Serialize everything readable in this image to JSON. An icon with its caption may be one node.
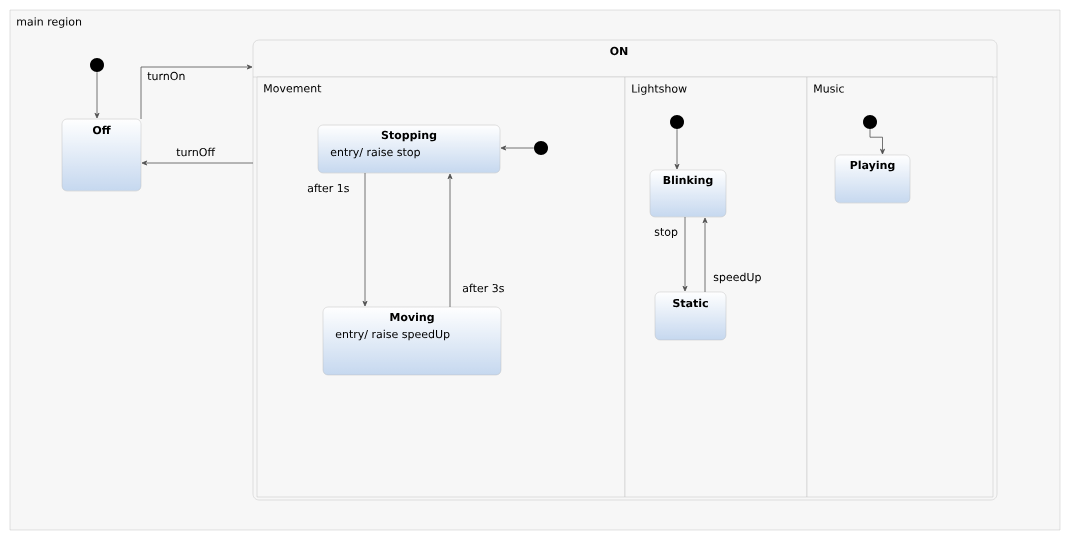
{
  "diagram": {
    "nodes": [
      {
        "text": [
          "main region"
        ]
      },
      {
        "text": [],
        "shape": "circle",
        "in": 0
      },
      {
        "text": [
          "Off"
        ],
        "in": 0
      },
      {
        "text": [
          "ON"
        ],
        "in": 0
      },
      {
        "text": [
          "Movement"
        ],
        "in": 3
      },
      {
        "text": [
          "Stopping",
          "entry/ raise stop"
        ],
        "in": 4
      },
      {
        "text": [],
        "shape": "circle",
        "in": 4
      },
      {
        "text": [
          "Moving",
          "entry/ raise speedUp"
        ],
        "in": 4
      },
      {
        "text": [
          "Lightshow"
        ],
        "in": 3
      },
      {
        "text": [],
        "shape": "circle",
        "in": 8
      },
      {
        "text": [
          "Blinking"
        ],
        "in": 8
      },
      {
        "text": [
          "Static"
        ],
        "in": 8
      },
      {
        "text": [
          "Music"
        ],
        "in": 3
      },
      {
        "text": [],
        "shape": "circle",
        "in": 12
      },
      {
        "text": [
          "Playing"
        ],
        "in": 12
      }
    ],
    "edges": [
      {
        "from": 1,
        "to": 2,
        "arrow": "to"
      },
      {
        "from": 2,
        "to": 3,
        "arrow": "to",
        "label": "turnOn"
      },
      {
        "from": 3,
        "to": 2,
        "arrow": "to",
        "label": "turnOff"
      },
      {
        "from": 6,
        "to": 5,
        "arrow": "to"
      },
      {
        "from": 5,
        "to": 7,
        "arrow": "to",
        "label": "after 1s"
      },
      {
        "from": 7,
        "to": 5,
        "arrow": "to",
        "label": "after 3s"
      },
      {
        "from": 9,
        "to": 10,
        "arrow": "to"
      },
      {
        "from": 10,
        "to": 11,
        "arrow": "to",
        "label": "stop"
      },
      {
        "from": 11,
        "to": 10,
        "arrow": "to",
        "label": "speedUp"
      },
      {
        "from": 13,
        "to": 14,
        "arrow": "to"
      }
    ]
  }
}
